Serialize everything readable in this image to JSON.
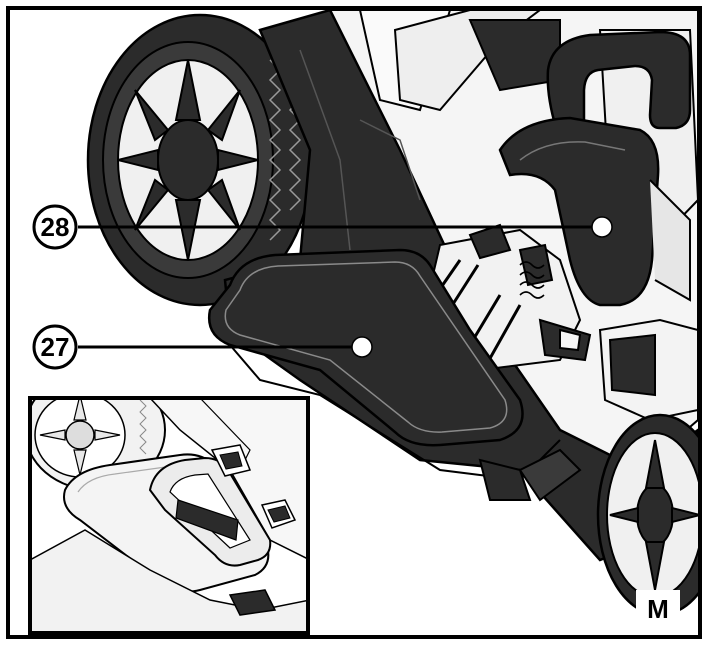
{
  "figure": {
    "letter": "M",
    "callouts": [
      {
        "number": "28",
        "target": "grass-bag-handle"
      },
      {
        "number": "27",
        "target": "rear-discharge-flap"
      }
    ]
  },
  "colors": {
    "outline": "#000000",
    "dark_part": "#2b2b2b",
    "mid_part": "#3a3a3a",
    "light_part": "#f4f4f4",
    "background": "#ffffff"
  }
}
